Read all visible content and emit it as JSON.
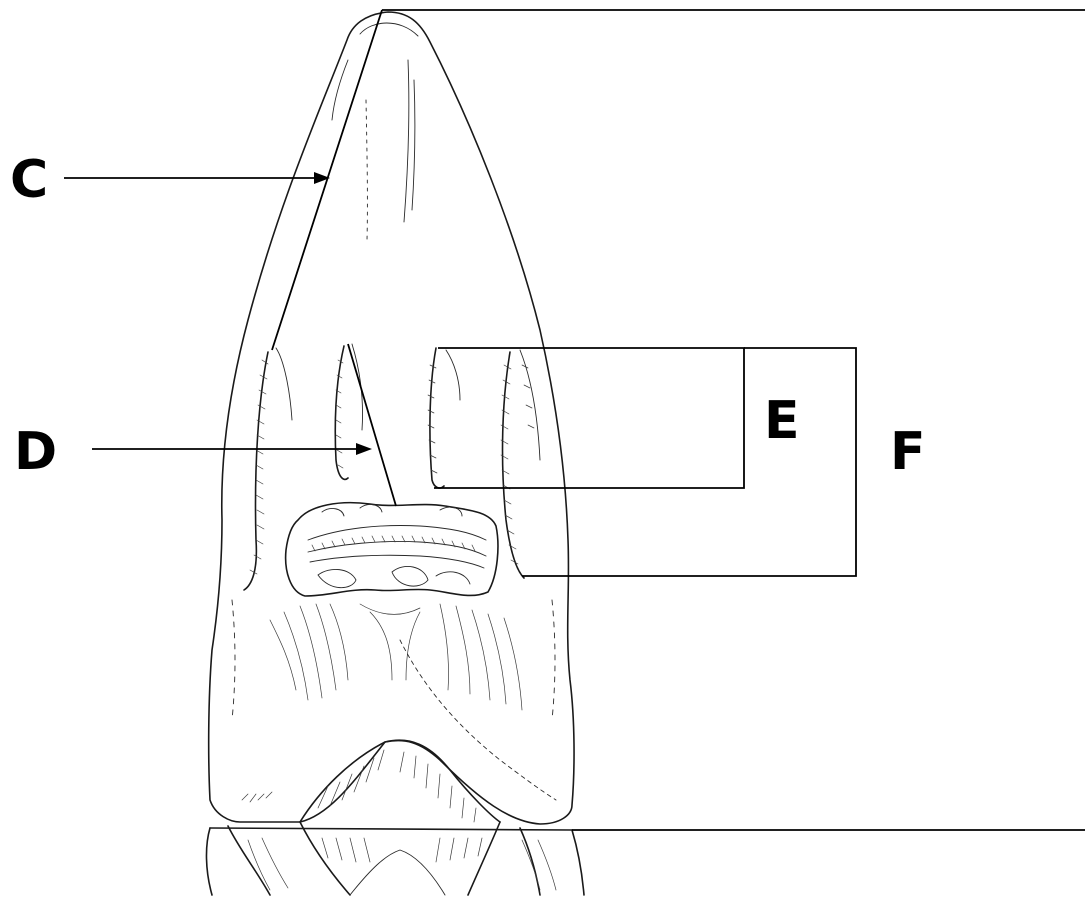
{
  "labels": {
    "c": "C",
    "d": "D",
    "e": "E",
    "f": "F"
  },
  "colors": {
    "ink": "#000000",
    "background": "#ffffff"
  }
}
